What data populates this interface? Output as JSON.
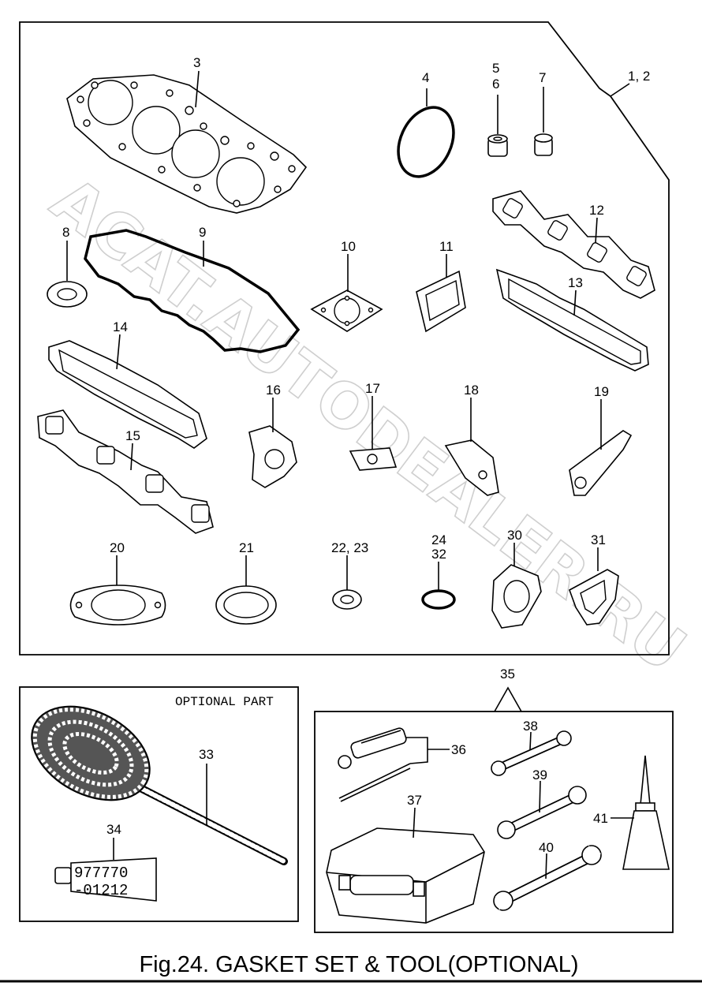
{
  "title": "Fig.24.  GASKET SET & TOOL(OPTIONAL)",
  "watermark": "ACAT.AUTODEALER.RU",
  "optional_box_label": "OPTIONAL PART",
  "tube_text_line1": "977770",
  "tube_text_line2": "-01212",
  "part_labels": {
    "p3": "3",
    "p4": "4",
    "p5": "5",
    "p6": "6",
    "p7": "7",
    "p12set": "1, 2",
    "p8": "8",
    "p9": "9",
    "p10": "10",
    "p11": "11",
    "p12": "12",
    "p13": "13",
    "p14": "14",
    "p15": "15",
    "p16": "16",
    "p17": "17",
    "p18": "18",
    "p19": "19",
    "p20": "20",
    "p21": "21",
    "p2223": "22, 23",
    "p24": "24",
    "p32": "32",
    "p30": "30",
    "p31": "31",
    "p33": "33",
    "p34": "34",
    "p35": "35",
    "p36": "36",
    "p37": "37",
    "p38": "38",
    "p39": "39",
    "p40": "40",
    "p41": "41"
  }
}
